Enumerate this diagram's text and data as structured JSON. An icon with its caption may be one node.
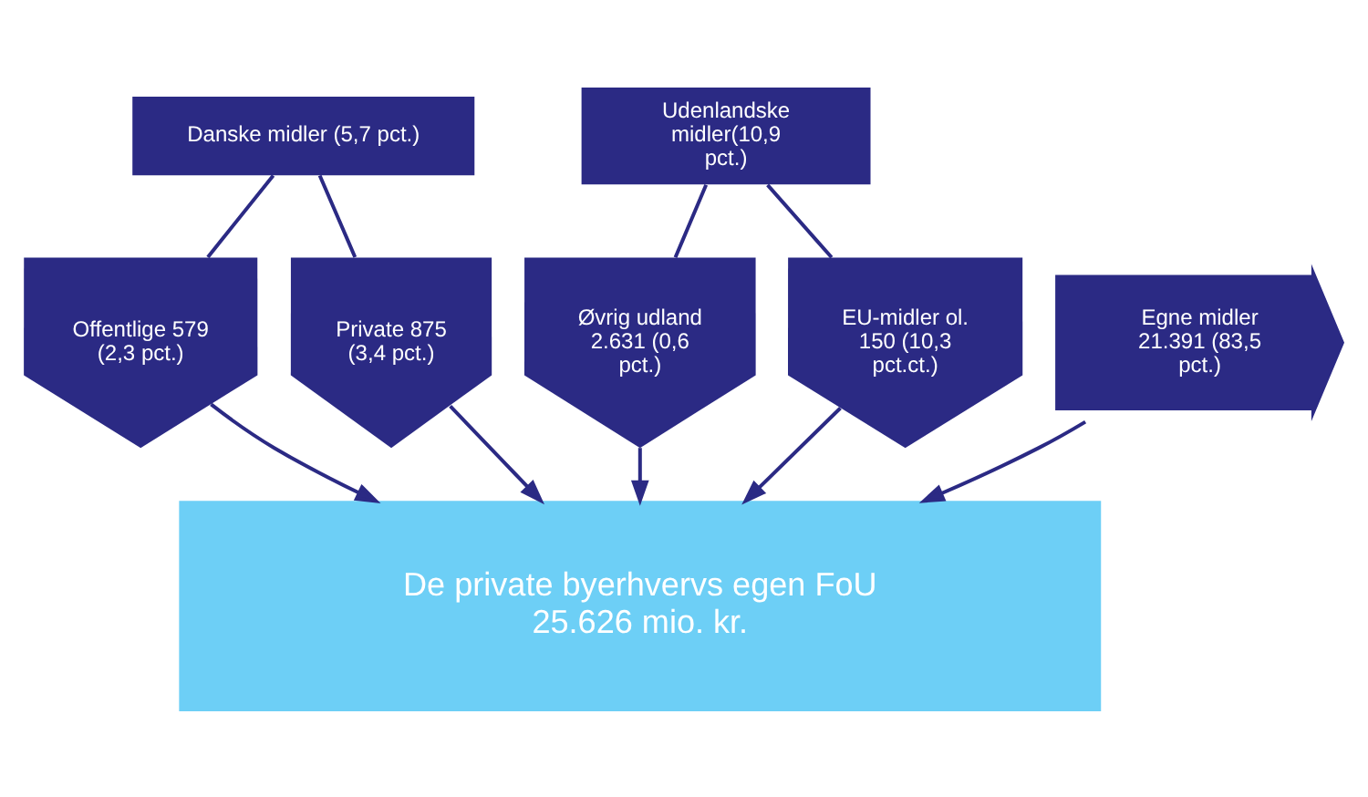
{
  "diagram": {
    "nodes": [
      {
        "text": [
          "Danske midler (5,7 pct.)"
        ]
      },
      {
        "text": [
          "Offentlige 579 (2,3 pct.)"
        ]
      },
      {
        "text": [
          "Private 875 (3,4 pct.)"
        ]
      },
      {
        "text": [
          "Udenlandske midler(10,9 pct.)"
        ]
      },
      {
        "text": [
          "Øvrig udland 2.631 (0,6 pct.)"
        ]
      },
      {
        "text": [
          "EU-midler ol. 150 (10,3 pct.ct.)"
        ]
      },
      {
        "text": [
          "Egne midler 21.391 (83,5 pct.)"
        ]
      },
      {
        "text": [
          "De private byerhvervs egen FoU 25.626 mio. kr."
        ]
      }
    ],
    "edges": [
      {
        "from": 0,
        "to": 1,
        "arrow": "none"
      },
      {
        "from": 0,
        "to": 2,
        "arrow": "none"
      },
      {
        "from": 3,
        "to": 4,
        "arrow": "none"
      },
      {
        "from": 3,
        "to": 5,
        "arrow": "none"
      },
      {
        "from": 1,
        "to": 7,
        "arrow": "to"
      },
      {
        "from": 2,
        "to": 7,
        "arrow": "to"
      },
      {
        "from": 4,
        "to": 7,
        "arrow": "to"
      },
      {
        "from": 5,
        "to": 7,
        "arrow": "to"
      },
      {
        "from": 6,
        "to": 7,
        "arrow": "to"
      }
    ]
  }
}
